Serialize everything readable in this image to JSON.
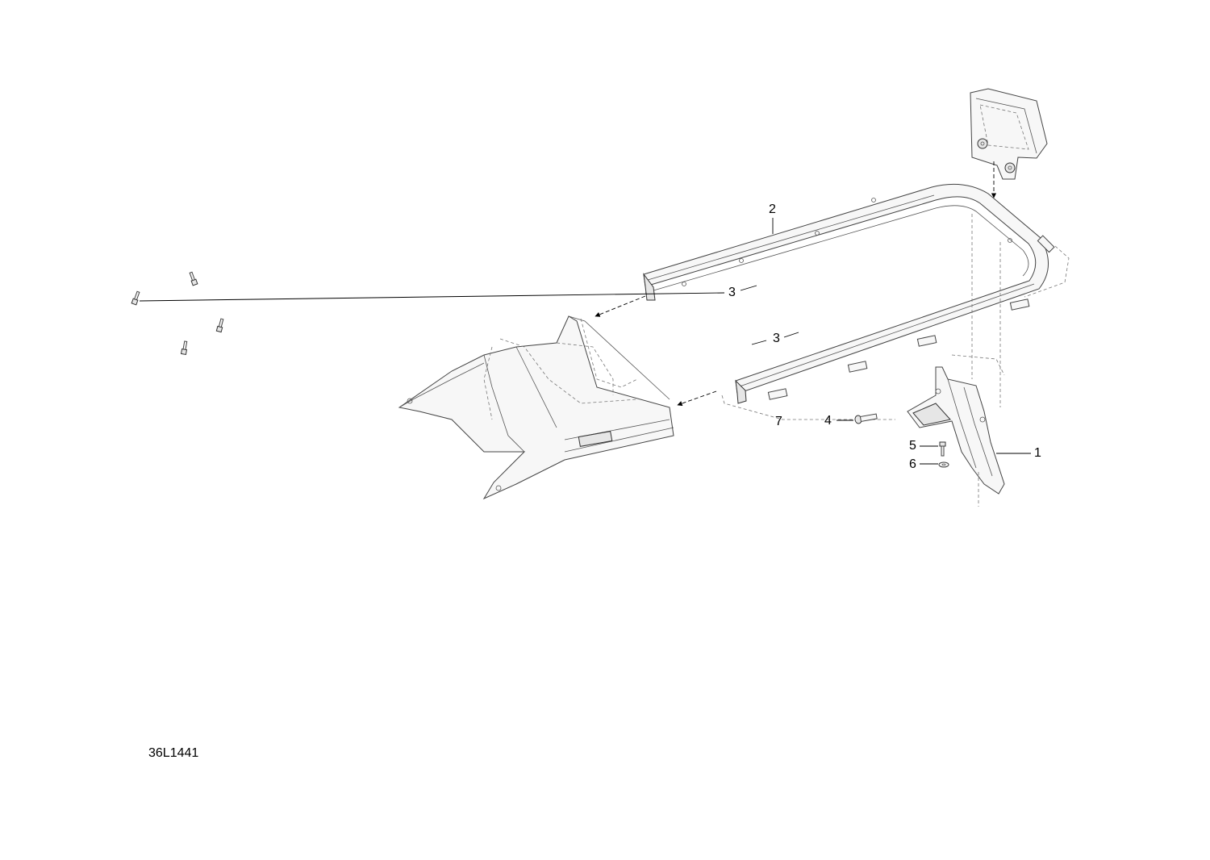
{
  "figure": {
    "id": "36L1441"
  },
  "callouts": [
    {
      "key": "c1",
      "label": "1"
    },
    {
      "key": "c2",
      "label": "2"
    },
    {
      "key": "c3a",
      "label": "3"
    },
    {
      "key": "c3b",
      "label": "3"
    },
    {
      "key": "c4",
      "label": "4"
    },
    {
      "key": "c5",
      "label": "5"
    },
    {
      "key": "c6",
      "label": "6"
    },
    {
      "key": "c7",
      "label": "7"
    }
  ],
  "colors": {
    "line": "#444444",
    "fill": "#f7f7f7",
    "background": "#ffffff"
  }
}
